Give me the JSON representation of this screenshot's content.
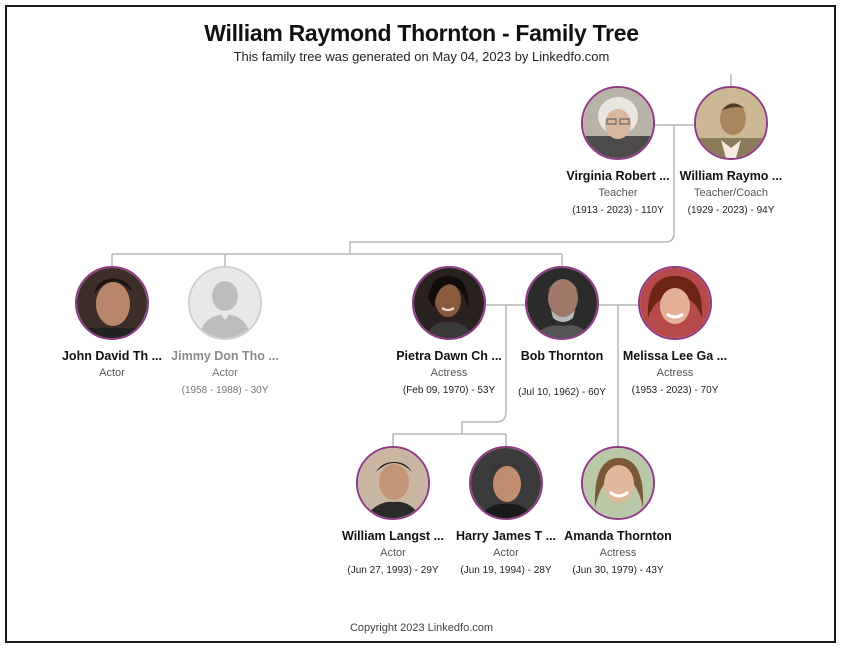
{
  "header": {
    "title": "William Raymond Thornton - Family Tree",
    "subtitle": "This family tree was generated on May 04, 2023 by Linkedfo.com"
  },
  "footer": {
    "copyright": "Copyright 2023 Linkedfo.com"
  },
  "colors": {
    "photo_border": "#8e3b86",
    "connector": "#b5b5b5",
    "frame": "#1a1a1a"
  },
  "people": {
    "virginia": {
      "name": "Virginia Robert ...",
      "role": "Teacher",
      "dates": "(1913 - 2023) - 110Y"
    },
    "william_sr": {
      "name": "William Raymo ...",
      "role": "Teacher/Coach",
      "dates": "(1929 - 2023) - 94Y"
    },
    "john": {
      "name": "John  David Th ...",
      "role": "Actor",
      "dates": ""
    },
    "jimmy": {
      "name": "Jimmy Don Tho ...",
      "role": "Actor",
      "dates": "(1958 - 1988) - 30Y"
    },
    "pietra": {
      "name": "Pietra Dawn Ch ...",
      "role": "Actress",
      "dates": "(Feb 09, 1970) - 53Y"
    },
    "bob": {
      "name": "Bob Thornton",
      "role": "",
      "dates": "(Jul 10, 1962) - 60Y"
    },
    "melissa": {
      "name": "Melissa Lee Ga ...",
      "role": "Actress",
      "dates": "(1953 - 2023) - 70Y"
    },
    "william_l": {
      "name": "William Langst ...",
      "role": "Actor",
      "dates": "(Jun 27, 1993) - 29Y"
    },
    "harry": {
      "name": "Harry James T ...",
      "role": "Actor",
      "dates": "(Jun 19, 1994) - 28Y"
    },
    "amanda": {
      "name": "Amanda Thornton",
      "role": "Actress",
      "dates": "(Jun 30, 1979) - 43Y"
    }
  }
}
